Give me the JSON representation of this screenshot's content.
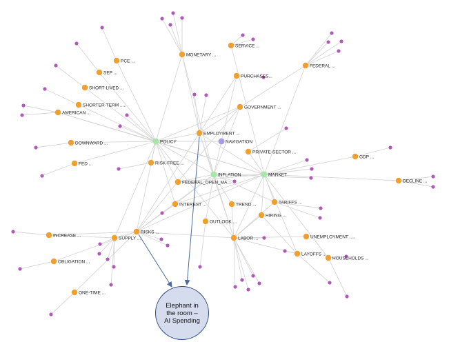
{
  "colors": {
    "hub": "#a8e6a8",
    "term": "#f0a030",
    "leaf": "#b05ab8",
    "nav": "#a89be8",
    "edge": "#d6d6d6",
    "arrow": "#4a6aa0"
  },
  "nodes": [
    {
      "id": "policy",
      "label": "POLICY",
      "kind": "hub"
    },
    {
      "id": "inflation",
      "label": "INFLATION",
      "kind": "hub"
    },
    {
      "id": "market",
      "label": "MARKET",
      "kind": "hub"
    },
    {
      "id": "navigation",
      "label": "NAVIGATION",
      "kind": "nav"
    },
    {
      "id": "monetary",
      "label": "MONETARY ...",
      "kind": "term"
    },
    {
      "id": "service",
      "label": "SERVICE ...",
      "kind": "term"
    },
    {
      "id": "purchases",
      "label": "PURCHASES...",
      "kind": "term"
    },
    {
      "id": "government",
      "label": "GOVERNMENT ...",
      "kind": "term"
    },
    {
      "id": "federal",
      "label": "FEDERAL ...",
      "kind": "term"
    },
    {
      "id": "pce",
      "label": "PCE ...",
      "kind": "term"
    },
    {
      "id": "sep",
      "label": "SEP ...",
      "kind": "term"
    },
    {
      "id": "shortlived",
      "label": "SHORT-LIVED ...",
      "kind": "term"
    },
    {
      "id": "shorterterm",
      "label": "SHORTER-TERM .....",
      "kind": "term"
    },
    {
      "id": "american",
      "label": "AMERICAN ...",
      "kind": "term"
    },
    {
      "id": "employment",
      "label": "EMPLOYMENT ...",
      "kind": "term"
    },
    {
      "id": "privatesector",
      "label": "PRIVATE-SECTOR ...",
      "kind": "term"
    },
    {
      "id": "gdp",
      "label": "GDP ...",
      "kind": "term"
    },
    {
      "id": "downward",
      "label": "DOWNWARD ...",
      "kind": "term"
    },
    {
      "id": "fed",
      "label": "FED ...",
      "kind": "term"
    },
    {
      "id": "riskfree",
      "label": "RISK-FREE ...",
      "kind": "term"
    },
    {
      "id": "fomc",
      "label": "FEDERAL_OPEN_MA...",
      "kind": "term"
    },
    {
      "id": "decline",
      "label": "DECLINE ...",
      "kind": "term"
    },
    {
      "id": "interest",
      "label": "INTEREST ...",
      "kind": "term"
    },
    {
      "id": "trend",
      "label": "TREND ...",
      "kind": "term"
    },
    {
      "id": "tariffs",
      "label": "TARIFFS ...",
      "kind": "term"
    },
    {
      "id": "hiring",
      "label": "HIRING ...",
      "kind": "term"
    },
    {
      "id": "outlook",
      "label": "OUTLOOK ...",
      "kind": "term"
    },
    {
      "id": "risks",
      "label": "RISKS ...",
      "kind": "term"
    },
    {
      "id": "supply",
      "label": "SUPPLY ...",
      "kind": "term"
    },
    {
      "id": "increase",
      "label": "INCREASE ...",
      "kind": "term"
    },
    {
      "id": "labor",
      "label": "LABOR ...",
      "kind": "term"
    },
    {
      "id": "unemployment",
      "label": "UNEMPLOYMENT .....",
      "kind": "term"
    },
    {
      "id": "layoffs",
      "label": "LAYOFFS ...",
      "kind": "term"
    },
    {
      "id": "households",
      "label": "HOUSEHOLDS ...",
      "kind": "term"
    },
    {
      "id": "obligation",
      "label": "OBLIGATION ...",
      "kind": "term"
    },
    {
      "id": "onetime",
      "label": "ONE-TIME ...",
      "kind": "term"
    }
  ],
  "callout": {
    "text": "Elephant in the room – AI Spending"
  }
}
